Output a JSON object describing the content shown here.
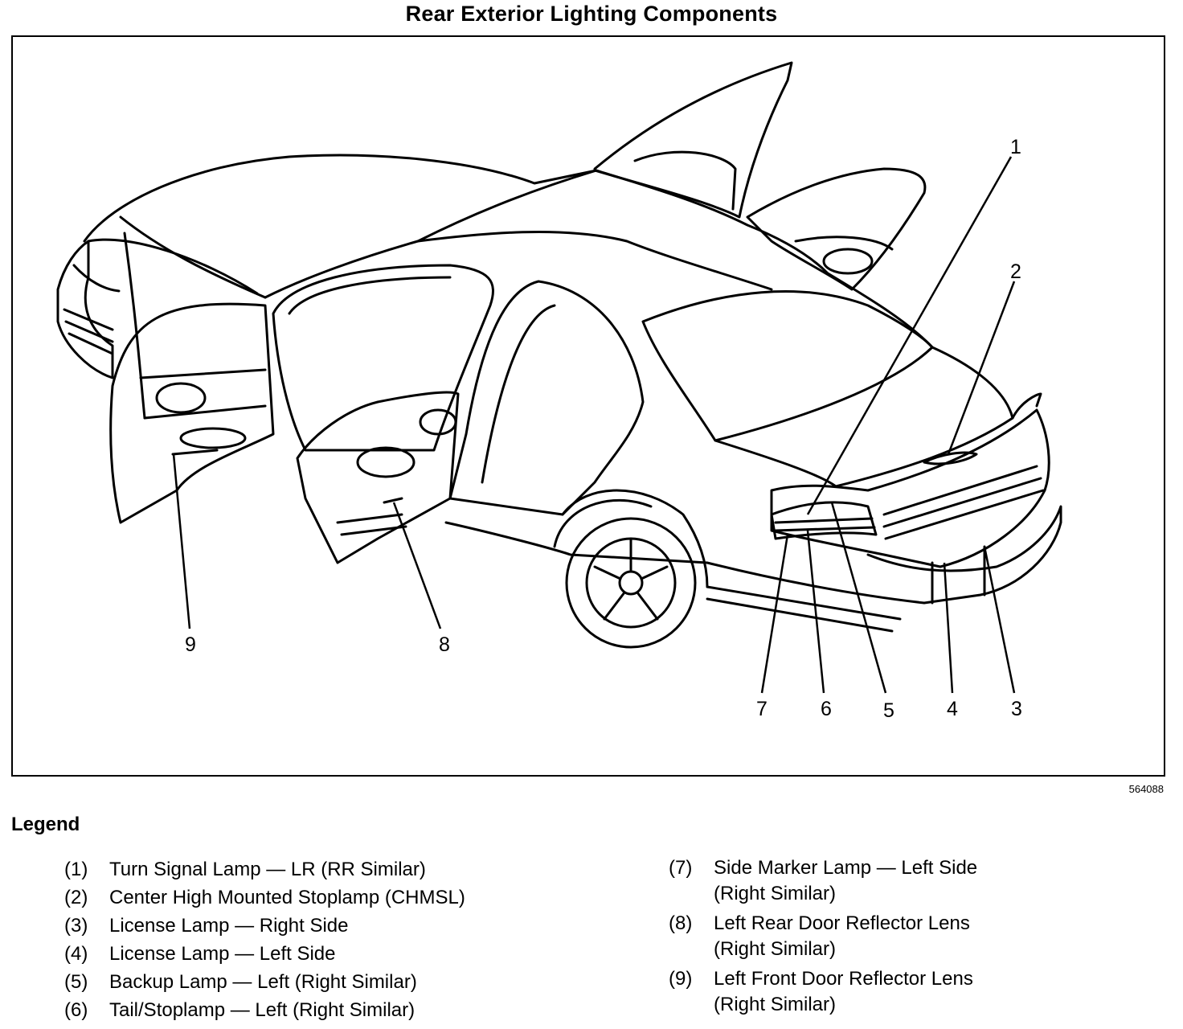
{
  "title": "Rear Exterior Lighting Components",
  "figure_id": "564088",
  "callouts": [
    "1",
    "2",
    "3",
    "4",
    "5",
    "6",
    "7",
    "8",
    "9"
  ],
  "legend": {
    "heading": "Legend",
    "items": [
      {
        "num": "(1)",
        "text": "Turn Signal Lamp — LR (RR Similar)"
      },
      {
        "num": "(2)",
        "text": "Center High Mounted Stoplamp (CHMSL)"
      },
      {
        "num": "(3)",
        "text": "License Lamp — Right Side"
      },
      {
        "num": "(4)",
        "text": "License Lamp — Left Side"
      },
      {
        "num": "(5)",
        "text": "Backup Lamp — Left (Right Similar)"
      },
      {
        "num": "(6)",
        "text": "Tail/Stoplamp — Left (Right Similar)"
      },
      {
        "num": "(7)",
        "text": "Side Marker Lamp — Left Side\n(Right Similar)"
      },
      {
        "num": "(8)",
        "text": "Left Rear Door Reflector Lens\n(Right Similar)"
      },
      {
        "num": "(9)",
        "text": "Left Front Door Reflector Lens\n(Right Similar)"
      }
    ]
  }
}
